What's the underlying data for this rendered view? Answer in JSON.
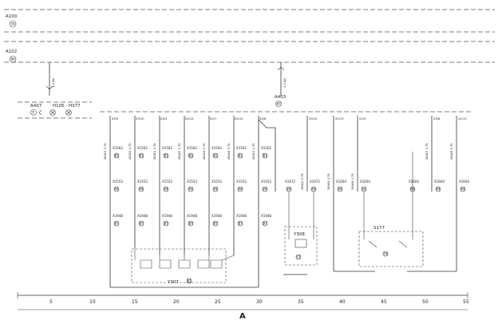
{
  "modules": {
    "a100": {
      "label": "A100",
      "sub": "59"
    },
    "a102": {
      "label": "A102",
      "sub": "B6"
    },
    "a403": {
      "label": "A403",
      "sub": "B7"
    },
    "a407": {
      "label": "A407",
      "sub": "E"
    },
    "h105": {
      "label": "H105"
    },
    "h377": {
      "label": "H377"
    }
  },
  "bus": {
    "left": "1_CAN",
    "right": "1_CAN"
  },
  "pins": {
    "top": [
      "X3/9",
      "X3/10",
      "X4/3",
      "X4/13",
      "X4/7",
      "X4/13",
      "X4/8",
      "X4/10",
      "X2/13",
      "X2/3",
      "X3/8",
      "X1/13"
    ]
  },
  "connectors": {
    "row1": [
      "X1562",
      "X1562",
      "X1562",
      "X1562",
      "X1562",
      "X1562",
      "X1562"
    ],
    "row2": [
      "X1553",
      "X1553",
      "X1553",
      "X1553",
      "X1553",
      "X1553",
      "X1553",
      "X1972",
      "X1972",
      "X1604",
      "X1604",
      "X1604",
      "X1604",
      "X1604"
    ],
    "row3": [
      "X1948",
      "X1948",
      "X1948",
      "X1948",
      "X1948",
      "X1948",
      "X1948"
    ],
    "sub1": "B1",
    "sub2": "P4",
    "sub3": "B7"
  },
  "components": {
    "y307": {
      "label": "Y307",
      "sub": "B1"
    },
    "y308": {
      "label": "Y308",
      "sub": "Y2"
    },
    "s177": {
      "label": "S177",
      "sub": "Y6"
    }
  },
  "wires": {
    "labels": [
      "28423 0.75",
      "28422 0.75",
      "28421 0.75",
      "28420 0.75",
      "28419 0.75",
      "28418 0.75",
      "28417 0.75",
      "28410 0.75",
      "28409 0.75",
      "28408 0.75",
      "28407 0.75",
      "28406 0.75"
    ]
  },
  "axis": {
    "ticks": [
      "5",
      "10",
      "15",
      "20",
      "25",
      "30",
      "35",
      "40",
      "45",
      "50",
      "55"
    ],
    "section": "A"
  }
}
